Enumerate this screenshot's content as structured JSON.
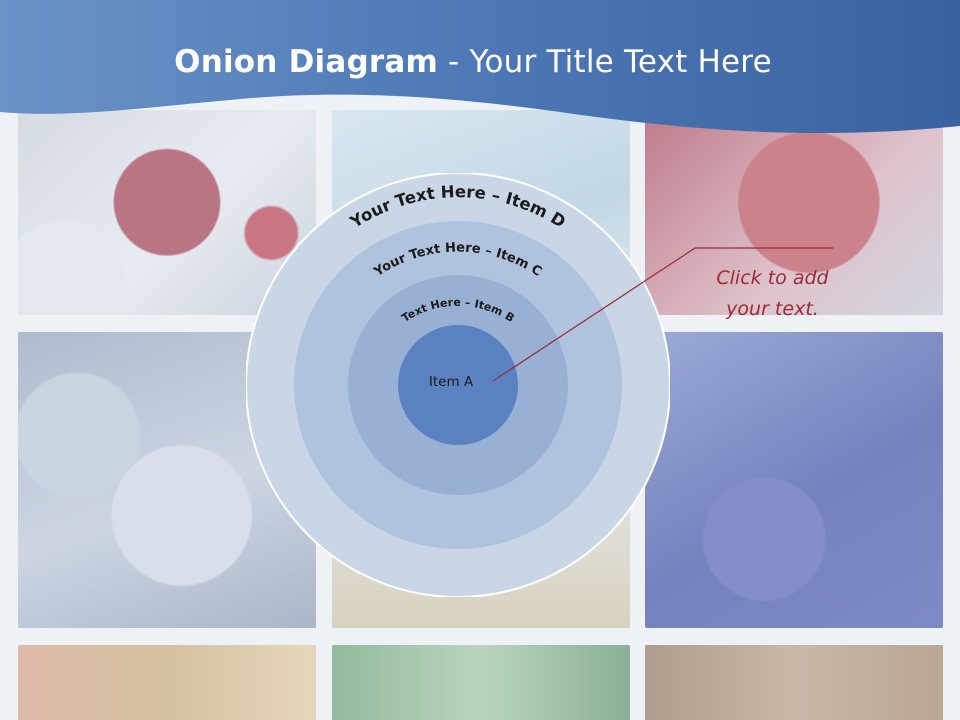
{
  "header": {
    "title_bold": "Onion Diagram",
    "title_rest": " - Your Title Text Here"
  },
  "onion": {
    "layers": [
      {
        "label": "Your Text Here – Item D",
        "color": "#c9d6e6"
      },
      {
        "label": "Your Text Here – Item C",
        "color": "#b0c3de"
      },
      {
        "label": "Text Here – Item B",
        "color": "#97b0d3"
      },
      {
        "label": "Item A",
        "color": "#5b82c0"
      }
    ]
  },
  "callout": {
    "text": "Click  to add\nyour text.",
    "color": "#9c2b37"
  },
  "colors": {
    "header_blue": "#3f6aa7",
    "header_light": "#7ba2d3"
  }
}
